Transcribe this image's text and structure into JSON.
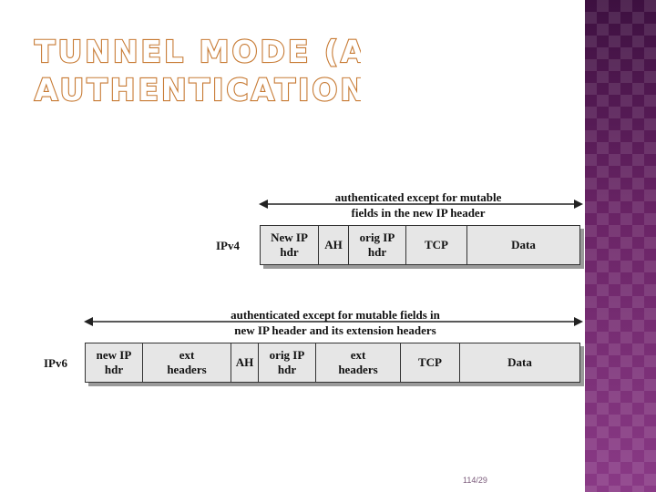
{
  "slide": {
    "title_line1": "TUNNEL MODE (AH",
    "title_line2": "AUTHENTICATION)",
    "page_number": "114/29"
  },
  "ipv4": {
    "label": "IPv4",
    "caption_line1": "authenticated except for mutable",
    "caption_line2": "fields in the new IP header",
    "fields": [
      "New IP\nhdr",
      "AH",
      "orig IP\nhdr",
      "TCP",
      "Data"
    ]
  },
  "ipv6": {
    "label": "IPv6",
    "caption_line1": "authenticated except for mutable fields in",
    "caption_line2": "new IP header and its extension headers",
    "fields": [
      "new IP\nhdr",
      "ext\nheaders",
      "AH",
      "orig IP\nhdr",
      "ext\nheaders",
      "TCP",
      "Data"
    ]
  }
}
